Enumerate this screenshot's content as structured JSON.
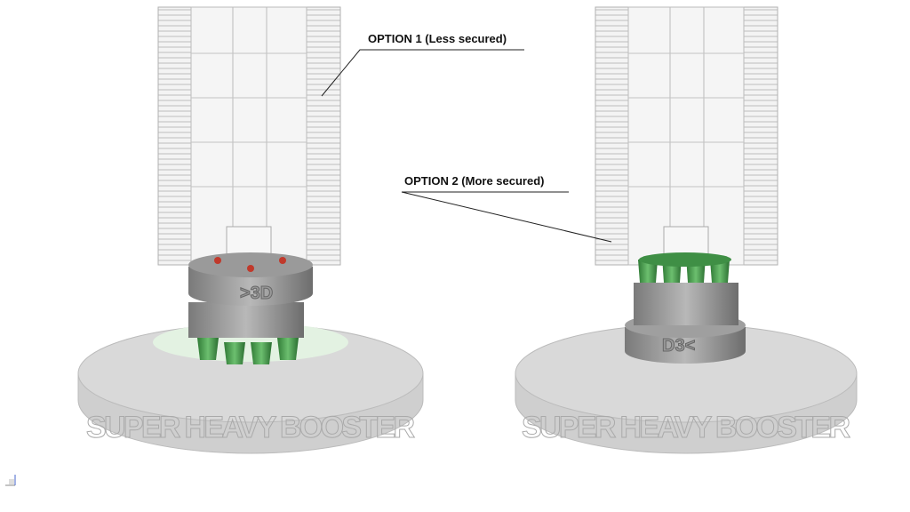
{
  "annotations": {
    "option1": "OPTION 1 (Less secured)",
    "option2": "OPTION 2 (More secured)"
  },
  "model": {
    "base_text": "SUPER HEAVY BOOSTER",
    "logo_text": ">3D"
  },
  "colors": {
    "tower": "#f1f1f1",
    "tower_line": "#b5b5b5",
    "base": "#d4d4d4",
    "adapter": "#8a8a8a",
    "engine_green": "#3f8f45",
    "engine_light_green": "#cfe9cd",
    "port_red": "#c0392b"
  }
}
